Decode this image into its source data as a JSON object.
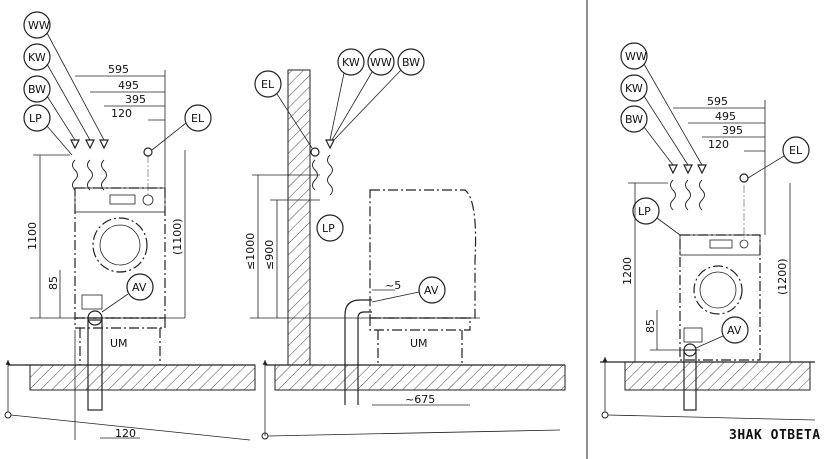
{
  "views": {
    "left": {
      "bubbles": [
        "WW",
        "KW",
        "BW",
        "LP",
        "EL",
        "AV"
      ],
      "dims": {
        "d595": "595",
        "d495": "495",
        "d395": "395",
        "d120top": "120",
        "h1100": "1100",
        "h1100b": "(1100)",
        "h85": "85",
        "d120bot": "120"
      },
      "unit": "UM"
    },
    "middle": {
      "bubbles": [
        "EL",
        "KW",
        "WW",
        "BW",
        "LP",
        "AV"
      ],
      "dims": {
        "h1000": "≤1000",
        "h900": "≤900",
        "d5": "~5",
        "d675": "~675"
      },
      "unit": "UM"
    },
    "right": {
      "bubbles": [
        "WW",
        "KW",
        "BW",
        "LP",
        "EL",
        "AV"
      ],
      "dims": {
        "d595": "595",
        "d495": "495",
        "d395": "395",
        "d120top": "120",
        "h1200": "1200",
        "h1200b": "(1200)",
        "h85": "85"
      }
    }
  },
  "footer": {
    "answer_sign": "ЗНАК ОТВЕТА"
  }
}
